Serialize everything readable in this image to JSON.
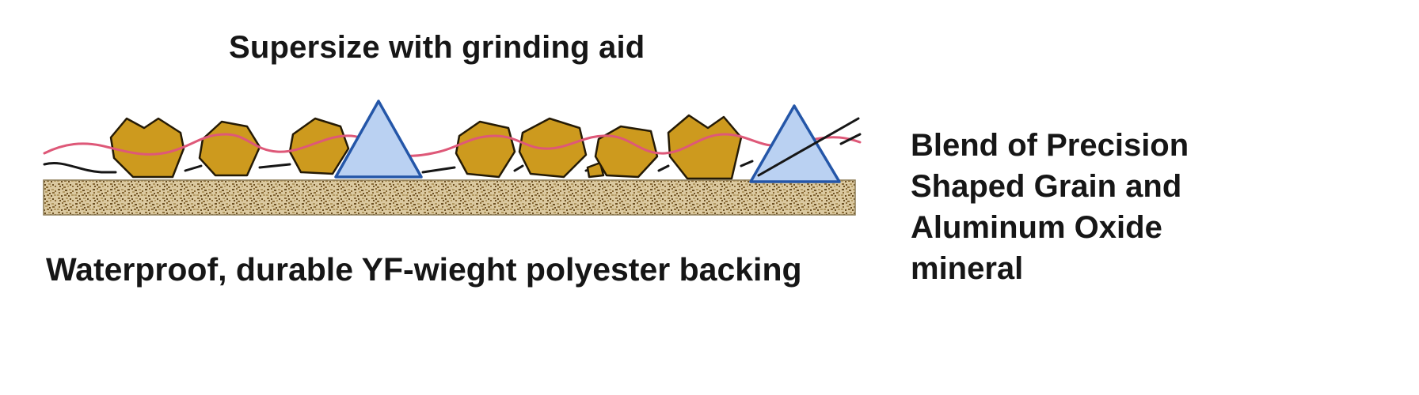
{
  "labels": {
    "title": "Supersize with grinding aid",
    "backing": "Waterproof, durable YF-wieght polyester backing",
    "blend_full": "Blend of Precision Shaped Grain and Aluminum Oxide mineral",
    "blend_lines": [
      "Blend of Precision",
      "Shaped Grain and",
      "Aluminum Oxide",
      "mineral"
    ]
  },
  "diagram": {
    "mineral_grain_count": 8,
    "precision_shaped_grain_count": 2,
    "colors": {
      "background": "#ffffff",
      "text": "#161616",
      "grain_gold": "#cd9a1e",
      "grain_outline": "#241a06",
      "triangle_fill": "#bad1f2",
      "triangle_outline": "#2456a8",
      "supersize_line_pink": "#de5878",
      "resin_line_black": "#161616",
      "backing_tan": "#dbc9a0",
      "backing_speckle": "#6d5124"
    }
  }
}
